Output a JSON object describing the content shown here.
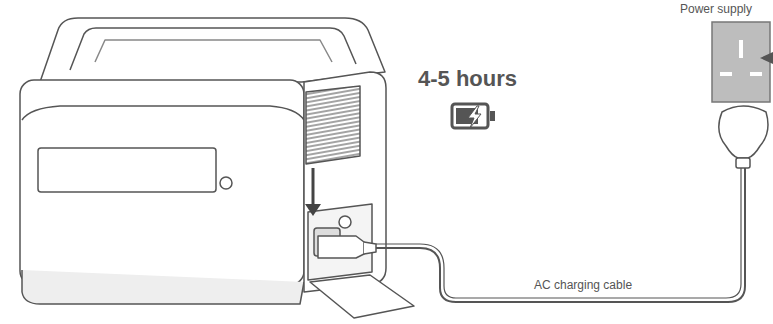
{
  "diagram": {
    "labels": [
      "Power supply",
      "4-5 hours",
      "AC charging cable"
    ]
  }
}
